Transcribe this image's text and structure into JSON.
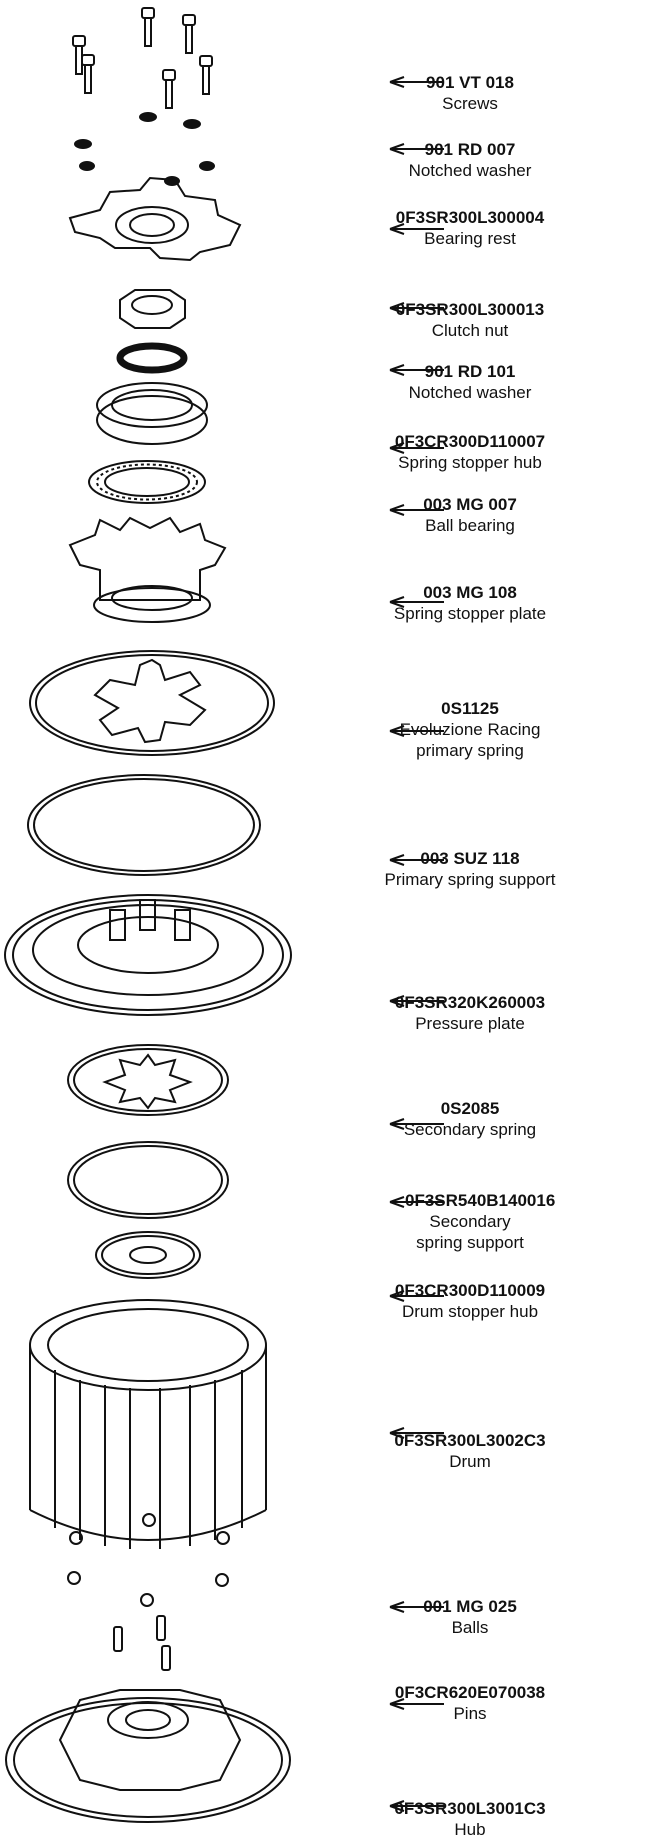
{
  "parts": [
    {
      "code": "901 VT 018",
      "desc": "Screws"
    },
    {
      "code": "901 RD 007",
      "desc": "Notched washer"
    },
    {
      "code": "0F3SR300L300004",
      "desc": "Bearing  rest"
    },
    {
      "code": "0F3SR300L300013",
      "desc": "Clutch nut"
    },
    {
      "code": "901 RD 101",
      "desc": "Notched washer"
    },
    {
      "code": "0F3CR300D110007",
      "desc": "Spring stopper hub"
    },
    {
      "code": "003 MG 007",
      "desc": "Ball bearing"
    },
    {
      "code": "003 MG 108",
      "desc": "Spring stopper plate"
    },
    {
      "code": "0S1125",
      "desc": "Evoluzione Racing primary spring"
    },
    {
      "code": "003 SUZ 118",
      "desc": "Primary spring support"
    },
    {
      "code": "0F3SR320K260003",
      "desc": "Pressure plate"
    },
    {
      "code": "0S2085",
      "desc": "Secondary spring"
    },
    {
      "code": "0F3SR540B140016",
      "desc": "Secondary spring support"
    },
    {
      "code": "0F3CR300D110009",
      "desc": "Drum stopper hub"
    },
    {
      "code": "0F3SR300L3002C3",
      "desc": "Drum"
    },
    {
      "code": "001 MG 025",
      "desc": "Balls"
    },
    {
      "code": "0F3CR620E070038",
      "desc": "Pins"
    },
    {
      "code": "0F3SR300L3001C3",
      "desc": "Hub"
    }
  ]
}
